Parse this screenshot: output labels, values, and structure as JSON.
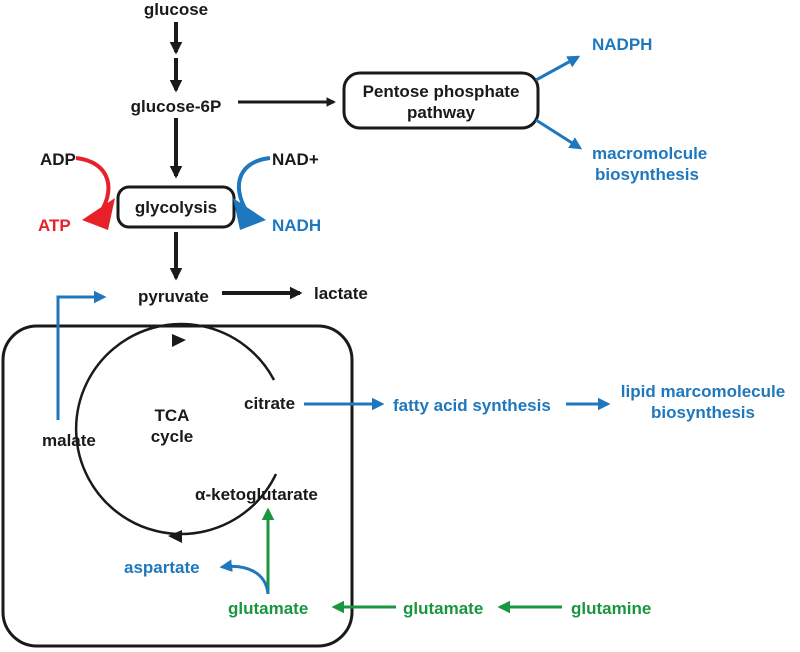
{
  "labels": {
    "glucose": "glucose",
    "glucose_6p": "glucose-6P",
    "ppp_line1": "Pentose phosphate",
    "ppp_line2": "pathway",
    "nadph": "NADPH",
    "macro_line1": "macromolcule",
    "macro_line2": "biosynthesis",
    "adp": "ADP",
    "atp": "ATP",
    "glycolysis": "glycolysis",
    "nad_plus": "NAD+",
    "nadh": "NADH",
    "pyruvate": "pyruvate",
    "lactate": "lactate",
    "tca_line1": "TCA",
    "tca_line2": "cycle",
    "citrate": "citrate",
    "malate": "malate",
    "alpha_kg": "α-ketoglutarate",
    "fatty_acid": "fatty acid synthesis",
    "lipid_line1": "lipid marcomolecule",
    "lipid_line2": "biosynthesis",
    "aspartate": "aspartate",
    "glutamate_in": "glutamate",
    "glutamate_mid": "glutamate",
    "glutamine": "glutamine"
  },
  "colors": {
    "black": "#1a1a1a",
    "blue": "#1f78be",
    "green": "#1a9641",
    "red": "#e8202a"
  }
}
